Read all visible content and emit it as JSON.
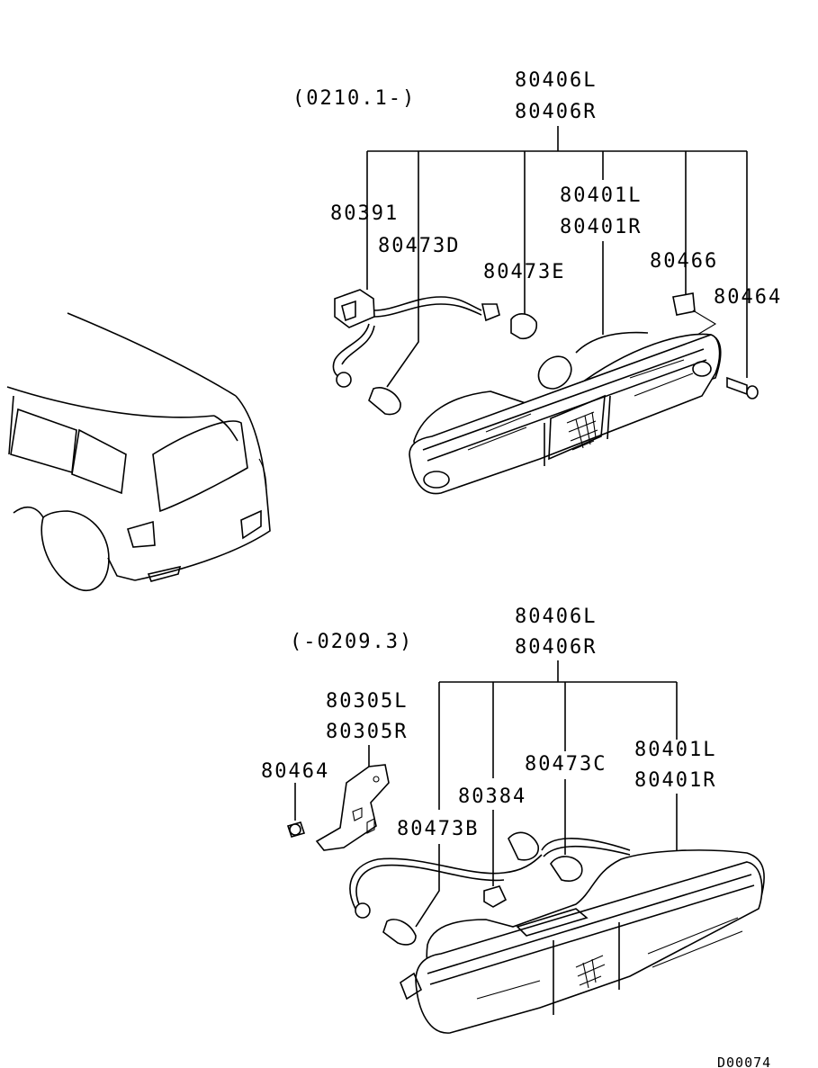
{
  "upper": {
    "date_range": "(0210.1-)",
    "assembly": [
      "80406L",
      "80406R"
    ],
    "lens_housing": [
      "80401L",
      "80401R"
    ],
    "harness": "80391",
    "bulb_d": "80473D",
    "bulb_e": "80473E",
    "clip": "80466",
    "screw": "80464"
  },
  "lower": {
    "date_range": "(-0209.3)",
    "assembly": [
      "80406L",
      "80406R"
    ],
    "bracket": [
      "80305L",
      "80305R"
    ],
    "screw": "80464",
    "socket": "80384",
    "bulb_c": "80473C",
    "bulb_b": "80473B",
    "lens_housing": [
      "80401L",
      "80401R"
    ]
  },
  "diagram_code": "D00074"
}
